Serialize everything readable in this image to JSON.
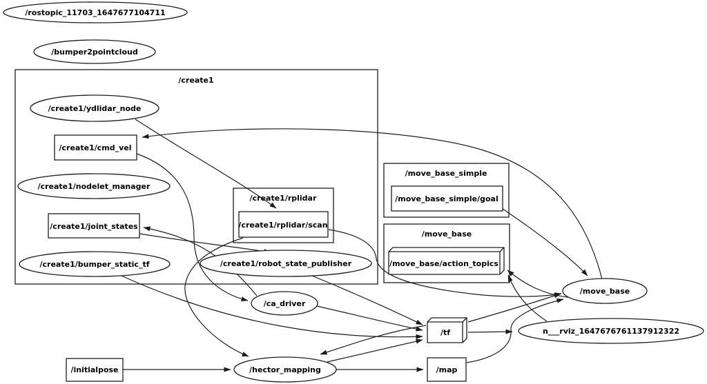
{
  "graph": {
    "kind": "ros-computation-graph",
    "background_color": "#ffffff",
    "stroke_color": "#1c1c1c",
    "text_color": "#000000"
  },
  "nodes": {
    "rostopic": {
      "label": "/rostopic_11703_1647677104711",
      "shape": "ellipse"
    },
    "bumper2pointcloud": {
      "label": "/bumper2pointcloud",
      "shape": "ellipse"
    },
    "create1_group": {
      "label": "/create1",
      "shape": "group-box"
    },
    "ydlidar_node": {
      "label": "/create1/ydlidar_node",
      "shape": "ellipse"
    },
    "cmd_vel": {
      "label": "/create1/cmd_vel",
      "shape": "rect"
    },
    "nodelet_manager": {
      "label": "/create1/nodelet_manager",
      "shape": "ellipse"
    },
    "joint_states": {
      "label": "/create1/joint_states",
      "shape": "rect"
    },
    "bumper_static_tf": {
      "label": "/create1/bumper_static_tf",
      "shape": "ellipse"
    },
    "rplidar_group": {
      "label": "/create1/rplidar",
      "shape": "group-box"
    },
    "rplidar_scan": {
      "label": "/create1/rplidar/scan",
      "shape": "rect"
    },
    "robot_state_publisher": {
      "label": "/create1/robot_state_publisher",
      "shape": "ellipse"
    },
    "move_base_simple_group": {
      "label": "/move_base_simple",
      "shape": "group-box"
    },
    "move_base_simple_goal": {
      "label": "/move_base_simple/goal",
      "shape": "rect"
    },
    "move_base_group": {
      "label": "/move_base",
      "shape": "group-box"
    },
    "move_base_action_topics": {
      "label": "/move_base/action_topics",
      "shape": "box3d"
    },
    "move_base_node": {
      "label": "/move_base",
      "shape": "ellipse"
    },
    "rviz": {
      "label": "n___rviz_1647676761137912322",
      "shape": "ellipse"
    },
    "ca_driver": {
      "label": "/ca_driver",
      "shape": "ellipse"
    },
    "tf": {
      "label": "/tf",
      "shape": "box3d"
    },
    "map": {
      "label": "/map",
      "shape": "rect"
    },
    "initialpose": {
      "label": "/initialpose",
      "shape": "rect"
    },
    "hector_mapping": {
      "label": "/hector_mapping",
      "shape": "ellipse"
    }
  },
  "edges": [
    {
      "from": "/create1/ydlidar_node",
      "to": "/create1/rplidar/scan"
    },
    {
      "from": "/move_base",
      "to": "/create1/cmd_vel"
    },
    {
      "from": "/create1/cmd_vel",
      "to": "/ca_driver"
    },
    {
      "from": "/ca_driver",
      "to": "/create1/joint_states"
    },
    {
      "from": "/create1/joint_states",
      "to": "/create1/robot_state_publisher"
    },
    {
      "from": "/create1/robot_state_publisher",
      "to": "/tf"
    },
    {
      "from": "/ca_driver",
      "to": "/tf"
    },
    {
      "from": "/create1/bumper_static_tf",
      "to": "/tf"
    },
    {
      "from": "/hector_mapping",
      "to": "/tf"
    },
    {
      "from": "/tf",
      "to": "/hector_mapping"
    },
    {
      "from": "/initialpose",
      "to": "/hector_mapping"
    },
    {
      "from": "/create1/rplidar/scan",
      "to": "/hector_mapping"
    },
    {
      "from": "/hector_mapping",
      "to": "/map"
    },
    {
      "from": "/move_base_simple/goal",
      "to": "/move_base"
    },
    {
      "from": "/tf",
      "to": "/move_base"
    },
    {
      "from": "/map",
      "to": "/move_base"
    },
    {
      "from": "/create1/rplidar/scan",
      "to": "/move_base"
    },
    {
      "from": "/move_base",
      "to": "/move_base/action_topics"
    },
    {
      "from": "n___rviz_1647676761137912322",
      "to": "/move_base/action_topics"
    },
    {
      "from": "/tf",
      "to": "n___rviz_1647676761137912322"
    }
  ]
}
